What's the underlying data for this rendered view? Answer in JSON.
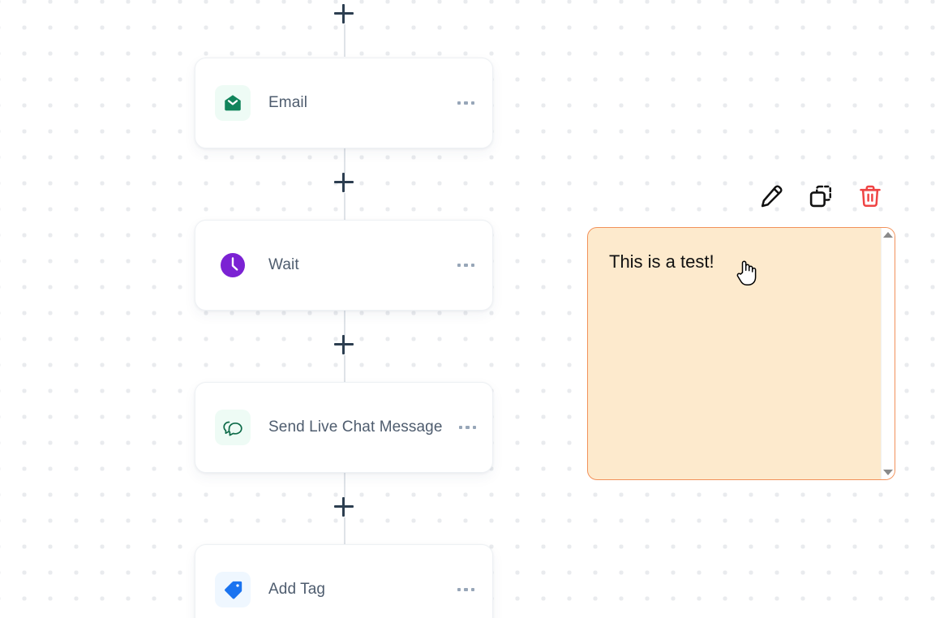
{
  "canvas": {
    "background_color": "#ffffff",
    "dot_color": "#e9ebee"
  },
  "flow": {
    "add_step_label": "+",
    "menu_label": "•••",
    "nodes": [
      {
        "label": "Email",
        "icon": "email-icon",
        "icon_color": "#11845b",
        "icon_bg": "#eefbf5"
      },
      {
        "label": "Wait",
        "icon": "clock-icon",
        "icon_color": "#ffffff",
        "icon_bg": "#7b22d3"
      },
      {
        "label": "Send Live Chat Message",
        "icon": "live-chat-icon",
        "icon_color": "#0e6b49",
        "icon_bg": "#eefbf5"
      },
      {
        "label": "Add Tag",
        "icon": "tag-icon",
        "icon_color": "#1a73f0",
        "icon_bg": "#eff7ff"
      }
    ]
  },
  "note": {
    "text": "This is a test!",
    "background_color": "#fdeacd",
    "border_color": "#f2915a",
    "text_color": "#111111",
    "scrollbar": {
      "up_label": "scroll-up",
      "down_label": "scroll-down"
    },
    "toolbar": [
      {
        "name": "edit-note-button",
        "icon": "pencil-icon",
        "color": "#111111"
      },
      {
        "name": "duplicate-note-button",
        "icon": "duplicate-icon",
        "color": "#111111"
      },
      {
        "name": "delete-note-button",
        "icon": "trash-icon",
        "color": "#ef4444"
      }
    ]
  },
  "cursor": {
    "type": "pointer-hand-cursor"
  }
}
